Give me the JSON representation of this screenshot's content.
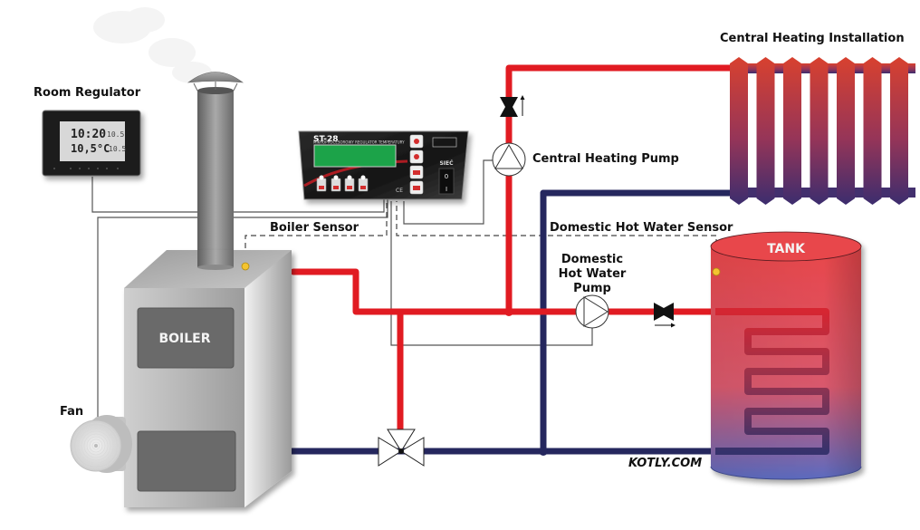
{
  "title": "Central heating and domestic hot water boiler system diagram",
  "labels": {
    "room_regulator": "Room Regulator",
    "central_heating_installation": "Central Heating Installation",
    "central_heating_pump": "Central Heating Pump",
    "boiler_sensor": "Boiler Sensor",
    "dhw_sensor": "Domestic Hot Water Sensor",
    "dhw_pump_line1": "Domestic",
    "dhw_pump_line2": "Hot Water",
    "dhw_pump_line3": "Pump",
    "boiler": "BOILER",
    "tank": "TANK",
    "fan": "Fan",
    "watermark": "KOTLY.COM"
  },
  "room_regulator_display": {
    "time": "10:20",
    "temperature": "10,5°C",
    "small_top": "10.5",
    "small_bottom": "10.5"
  },
  "controller": {
    "model": "ST-28",
    "subtitle": "MIKROPROCESOROWY REGULATOR TEMPERATURY",
    "mains_label": "SIEĆ",
    "switch_on": "0",
    "switch_off": "I",
    "ce_mark": "CE"
  },
  "colors": {
    "hot_pipe": "#e11b22",
    "cold_pipe": "#25275e",
    "sensor_dot": "#f4c430",
    "lcd_green": "#1aa34a",
    "radiator_top": "#d8412f",
    "radiator_bottom": "#3c2d6e",
    "tank_top": "#e8464a",
    "tank_bottom": "#5b6bc0"
  },
  "components": [
    {
      "id": "boiler",
      "name": "Boiler"
    },
    {
      "id": "chimney",
      "name": "Chimney"
    },
    {
      "id": "fan",
      "name": "Fan"
    },
    {
      "id": "room-regulator",
      "name": "Room Regulator"
    },
    {
      "id": "controller",
      "name": "ST-28 Controller"
    },
    {
      "id": "ch-pump",
      "name": "Central Heating Pump"
    },
    {
      "id": "dhw-pump",
      "name": "Domestic Hot Water Pump"
    },
    {
      "id": "check-valve-ch",
      "name": "Check valve (CH line)"
    },
    {
      "id": "check-valve-dhw",
      "name": "Check valve (DHW line)"
    },
    {
      "id": "mixing-valve",
      "name": "Three-way mixing valve"
    },
    {
      "id": "radiator",
      "name": "Radiator"
    },
    {
      "id": "tank",
      "name": "Hot water tank"
    }
  ]
}
